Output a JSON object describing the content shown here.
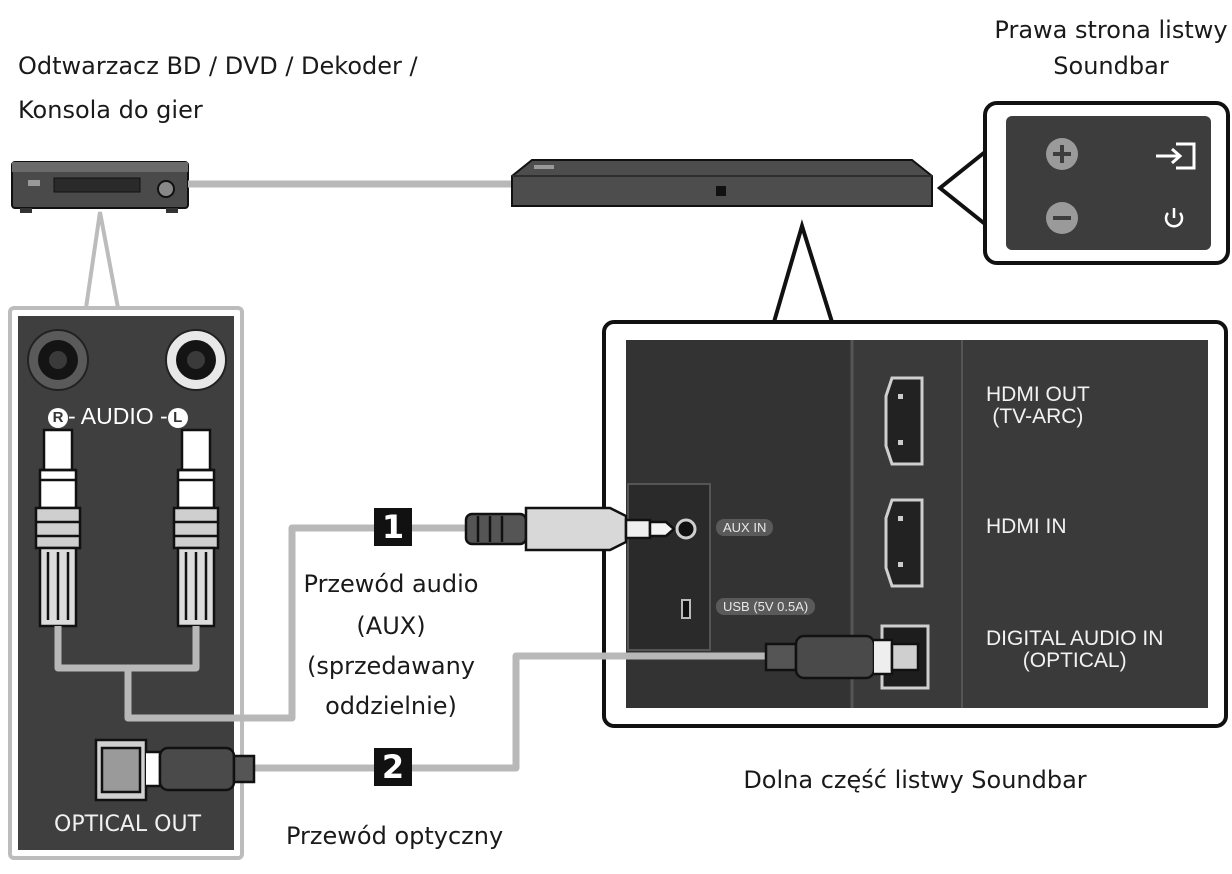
{
  "labels": {
    "source_device_line1": "Odtwarzacz BD / DVD / Dekoder /",
    "source_device_line2": "Konsola do gier",
    "soundbar_right_line1": "Prawa strona listwy",
    "soundbar_right_line2": "Soundbar",
    "soundbar_bottom": "Dolna część listwy Soundbar",
    "cable1_line1": "Przewód audio",
    "cable1_line2": "(AUX)",
    "cable1_line3": "(sprzedawany",
    "cable1_line4": "oddzielnie)",
    "cable2": "Przewód optyczny"
  },
  "steps": {
    "one": "1",
    "two": "2"
  },
  "source_panel": {
    "audio_r": "R",
    "audio_text": "- AUDIO -",
    "audio_l": "L",
    "optical_out": "OPTICAL OUT"
  },
  "soundbar_panel": {
    "hdmi_out_line1": "HDMI OUT",
    "hdmi_out_line2": "(TV-ARC)",
    "hdmi_in": "HDMI IN",
    "digital_line1": "DIGITAL AUDIO IN",
    "digital_line2": "(OPTICAL)",
    "aux_in": "AUX IN",
    "usb": "USB (5V 0.5A)"
  },
  "colors": {
    "panel_dark": "#3a3a3a",
    "cable_gray": "#b8b8b8",
    "outline": "#111111"
  }
}
